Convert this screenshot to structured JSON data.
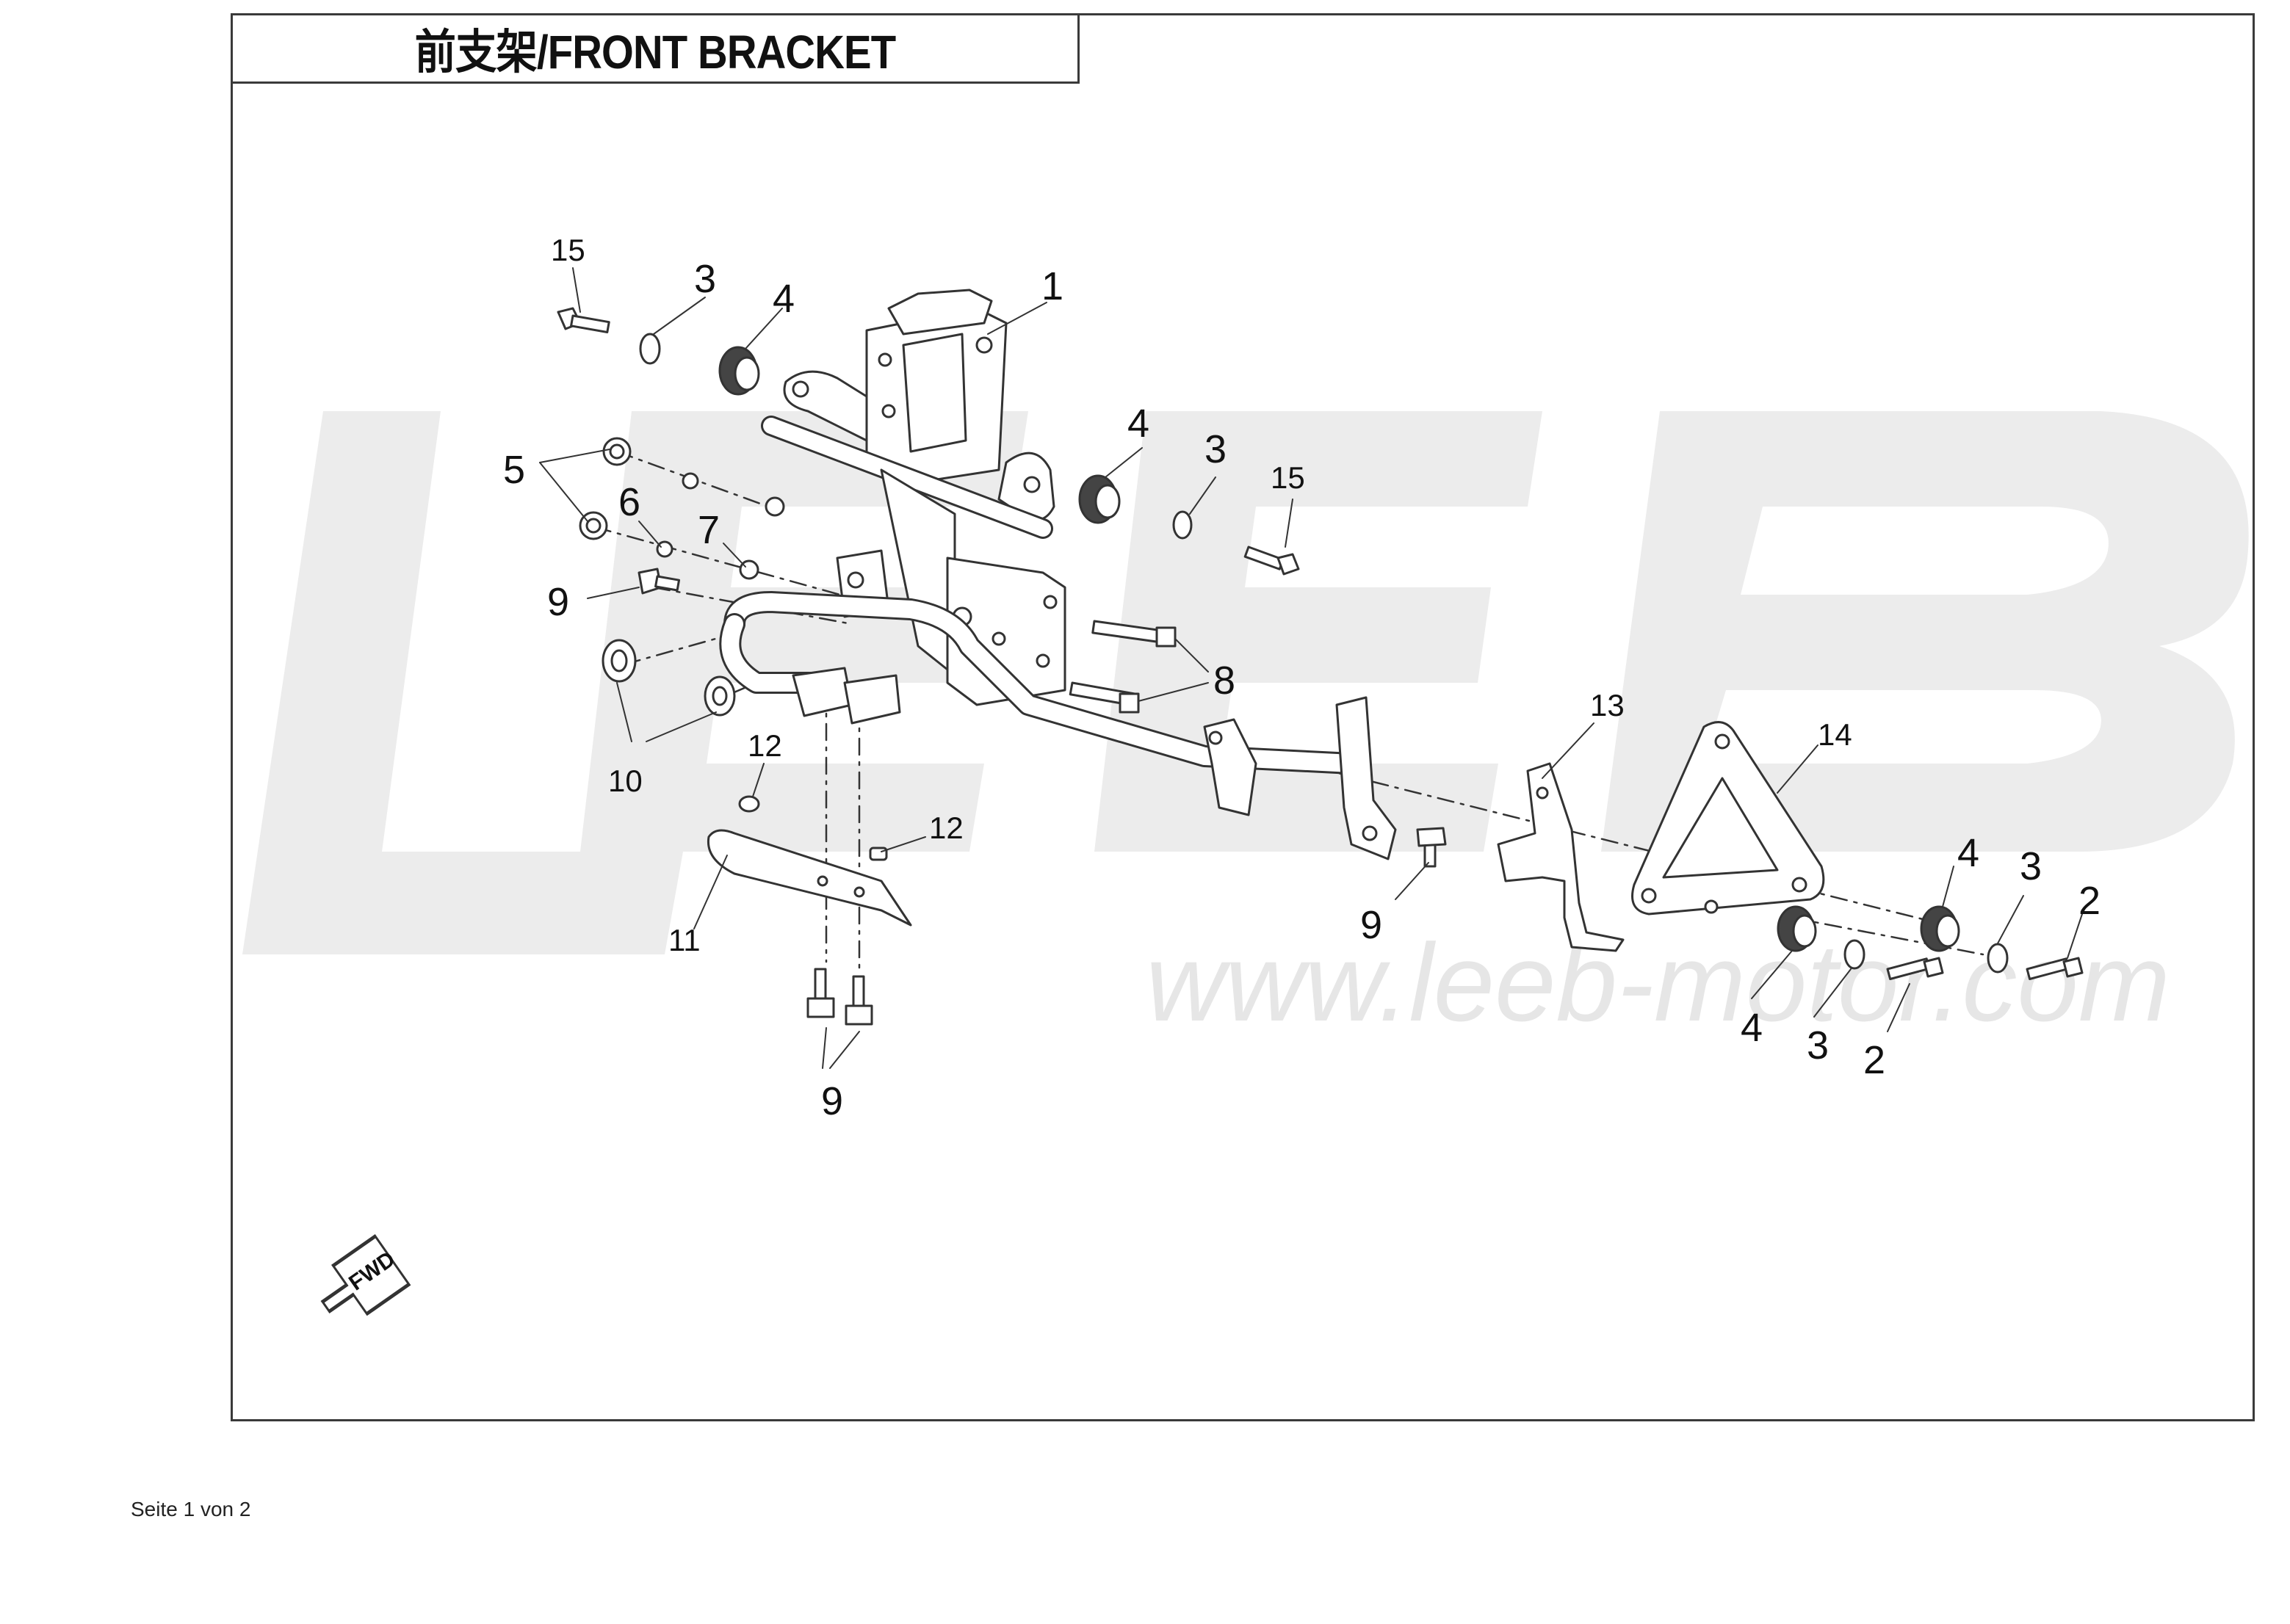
{
  "title": "前支架/FRONT BRACKET",
  "watermark": {
    "logo": "LEEB",
    "url": "www.leeb-motor.com"
  },
  "fwd_label": "FWD",
  "footer": "Seite 1 von 2",
  "colors": {
    "line": "#333333",
    "part_fill": "#ffffff",
    "watermark": "#ececec",
    "frame": "#3a3a3a"
  },
  "callouts": {
    "c1": "1",
    "c2a": "2",
    "c2b": "2",
    "c3a": "3",
    "c3b": "3",
    "c3c": "3",
    "c3d": "3",
    "c4a": "4",
    "c4b": "4",
    "c4c": "4",
    "c4d": "4",
    "c5": "5",
    "c6": "6",
    "c7": "7",
    "c8": "8",
    "c9a": "9",
    "c9b": "9",
    "c9c": "9",
    "c10": "10",
    "c11": "11",
    "c12a": "12",
    "c12b": "12",
    "c13": "13",
    "c14": "14",
    "c15a": "15",
    "c15b": "15"
  }
}
